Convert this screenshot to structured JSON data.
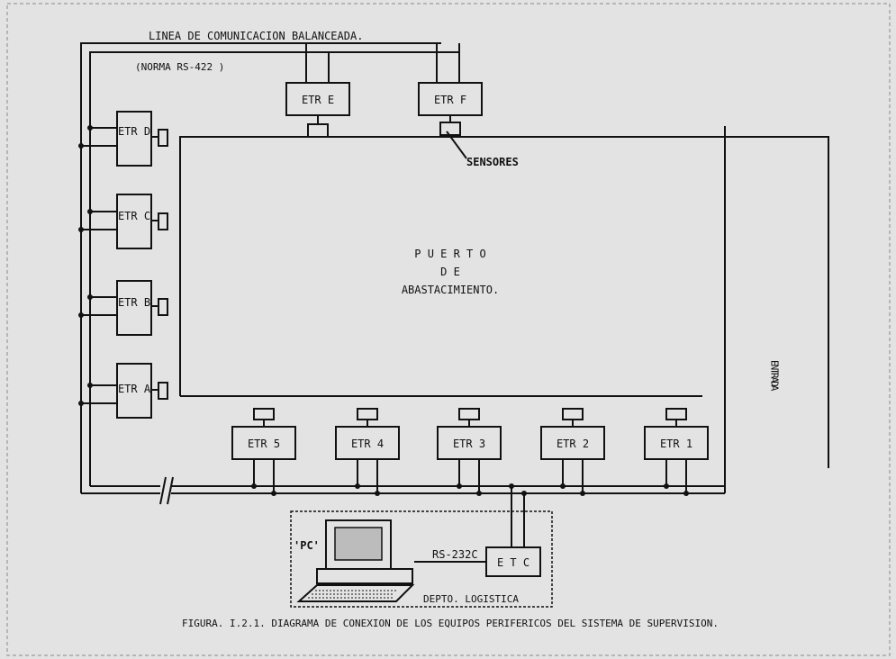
{
  "diagram": {
    "bus_title": "LINEA DE COMUNICACION BALANCEADA.",
    "bus_standard": "(NORMA RS-422 )",
    "sensors_label": "SENSORES",
    "port_title_line1": "P U E R T O",
    "port_title_line2": "D E",
    "port_title_line3": "ABASTACIMIENTO.",
    "entrance_label": "ENTRADA",
    "pc_label": "'PC'",
    "link_label": "RS-232C",
    "etc_label": "E T C",
    "dept_label": "DEPTO. LOGISTICA",
    "caption": "FIGURA. I.2.1. DIAGRAMA DE CONEXION DE LOS EQUIPOS PERIFERICOS DEL SISTEMA DE SUPERVISION.",
    "top_units": [
      "ETR E",
      "ETR F"
    ],
    "side_units": [
      "ETR D",
      "ETR C",
      "ETR B",
      "ETR A"
    ],
    "bottom_units": [
      "ETR 5",
      "ETR 4",
      "ETR 3",
      "ETR 2",
      "ETR 1"
    ]
  }
}
